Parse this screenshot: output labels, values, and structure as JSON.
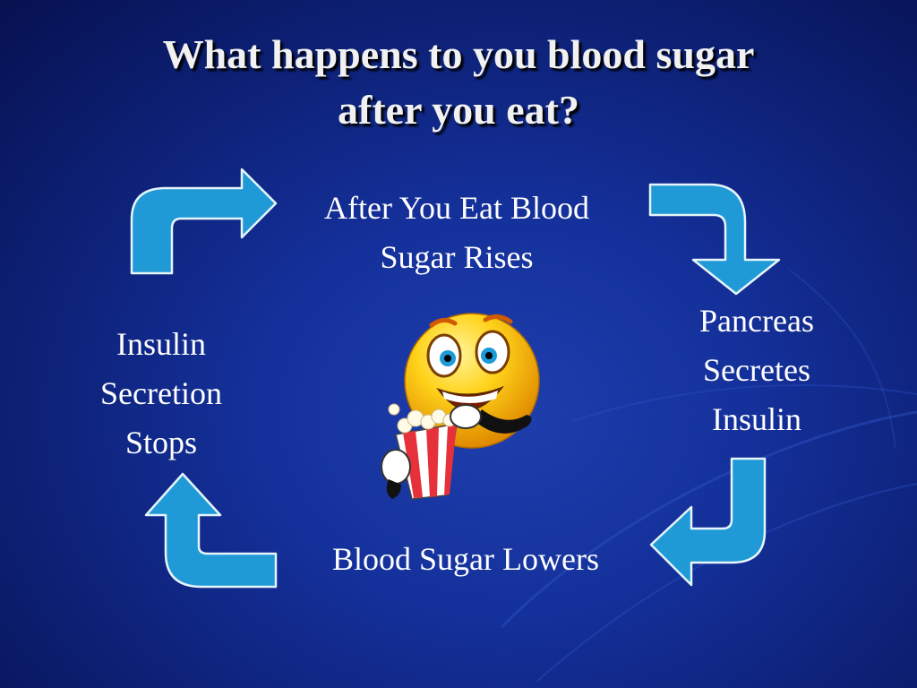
{
  "slide": {
    "title_line1": "What happens to you blood sugar",
    "title_line2": "after you eat?"
  },
  "cycle": {
    "top": {
      "line1": "After You Eat Blood",
      "line2": "Sugar Rises"
    },
    "right": {
      "line1": "Pancreas",
      "line2": "Secretes",
      "line3": "Insulin"
    },
    "bottom": {
      "line1": "Blood Sugar Lowers"
    },
    "left": {
      "line1": "Insulin",
      "line2": "Secretion",
      "line3": "Stops"
    }
  },
  "colors": {
    "background": "#14309a",
    "arrow_fill": "#1f9ad6",
    "arrow_stroke": "#e6f4fb",
    "title": "#f1f1f1",
    "text": "#ffffff"
  },
  "icons": {
    "arrows": "curved-arrow-icon",
    "illustration": "smiley-eating-popcorn-icon"
  }
}
